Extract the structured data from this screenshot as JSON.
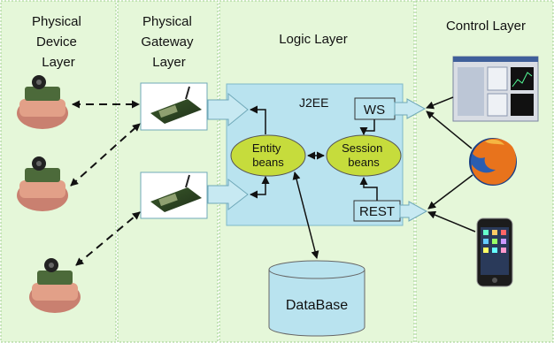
{
  "layers": {
    "physical_device": [
      "Physical",
      "Device",
      "Layer"
    ],
    "physical_gateway": [
      "Physical",
      "Gateway",
      "Layer"
    ],
    "logic": "Logic Layer",
    "control": "Control Layer"
  },
  "j2ee": {
    "title": "J2EE",
    "entity_beans": [
      "Entity",
      "beans"
    ],
    "session_beans": [
      "Session",
      "beans"
    ],
    "ws": "WS",
    "rest": "REST"
  },
  "database": "DataBase",
  "colors": {
    "layer_fill": "#e5f7d9",
    "layer_border": "#9ccf8a",
    "j2ee_fill": "#b9e3ef",
    "bean_fill": "#c6dc3c",
    "db_fill": "#b9e3ef",
    "gateway_fill": "#c7e9f2",
    "arrow": "#111111"
  },
  "icons": {
    "device": "robot-device-icon",
    "gateway": "gateway-board-icon",
    "desktop_app": "desktop-app-screenshot-icon",
    "browser": "firefox-icon",
    "phone": "iphone-icon"
  }
}
